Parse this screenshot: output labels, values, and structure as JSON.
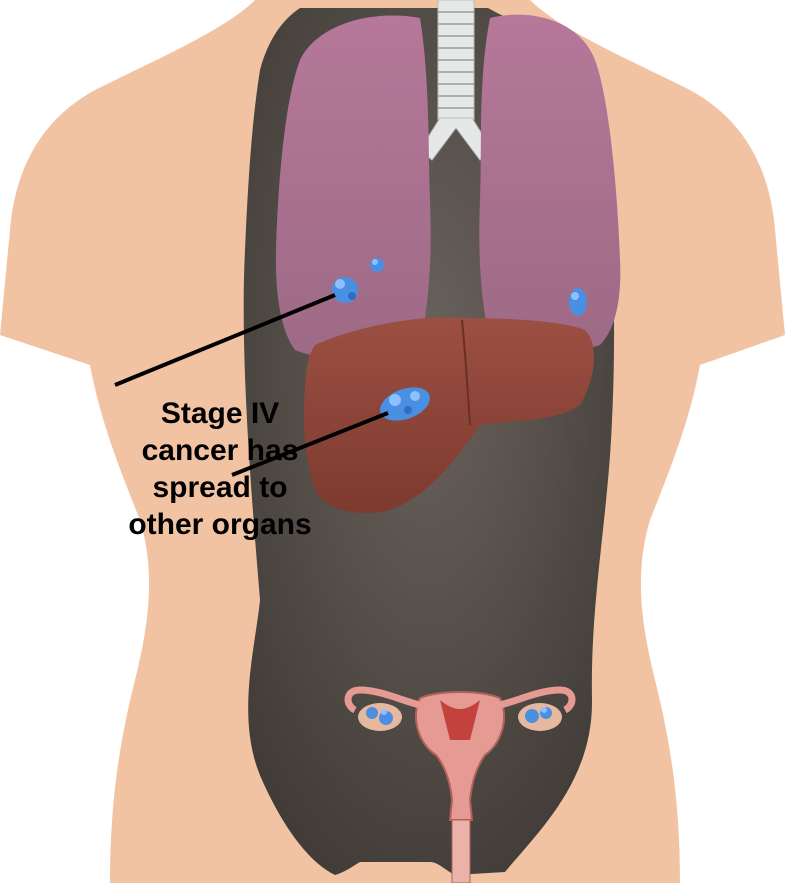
{
  "annotation": {
    "lines": [
      "Stage IV",
      "cancer has",
      "spread to",
      "other organs"
    ]
  },
  "colors": {
    "skin": "#f2c3a3",
    "cavity": "#5d5550",
    "lung": "#b77a95",
    "liver": "#8f4437",
    "tumor": "#4a8fe2",
    "trachea": "#e8eaea",
    "uterus": "#e59a94",
    "label": "#000000"
  },
  "organs_shown": [
    "trachea",
    "left-lung",
    "right-lung",
    "liver",
    "uterus",
    "left-ovary",
    "right-ovary"
  ],
  "tumor_sites": [
    "left-lung",
    "right-lung",
    "liver",
    "ovaries"
  ]
}
